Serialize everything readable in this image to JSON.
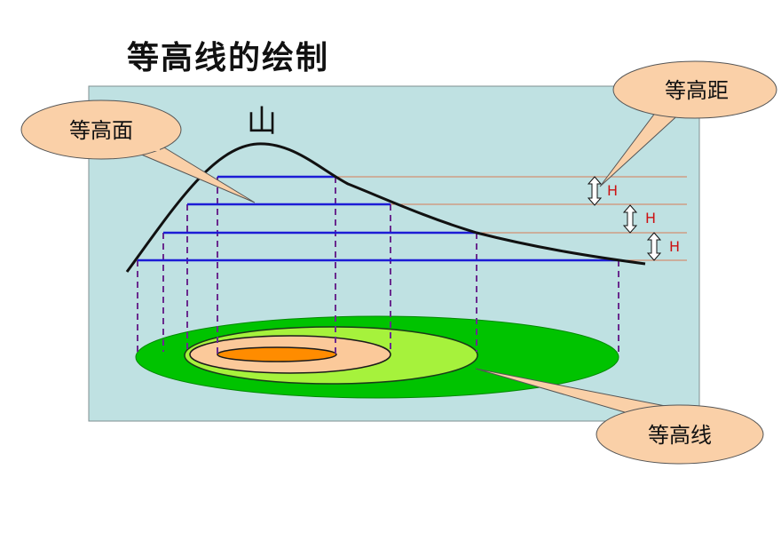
{
  "title": "等高线的绘制",
  "labels": {
    "mountain": "山",
    "interval_mark": "H",
    "callout_surface": "等高面",
    "callout_interval": "等高距",
    "callout_contour": "等高线"
  },
  "colors": {
    "panel": "#bfe1e2",
    "hill_line": "#111111",
    "level_line": "#1c1cd6",
    "datum_line": "#d77a55",
    "projection": "#6a2a8e",
    "callout_fill": "#fad0a8",
    "ring_outer": "#00c300",
    "ring_second": "#a6f23c",
    "ring_third": "#fbc99a",
    "ring_top": "#ff8c00",
    "mark_text": "#cc1111"
  }
}
